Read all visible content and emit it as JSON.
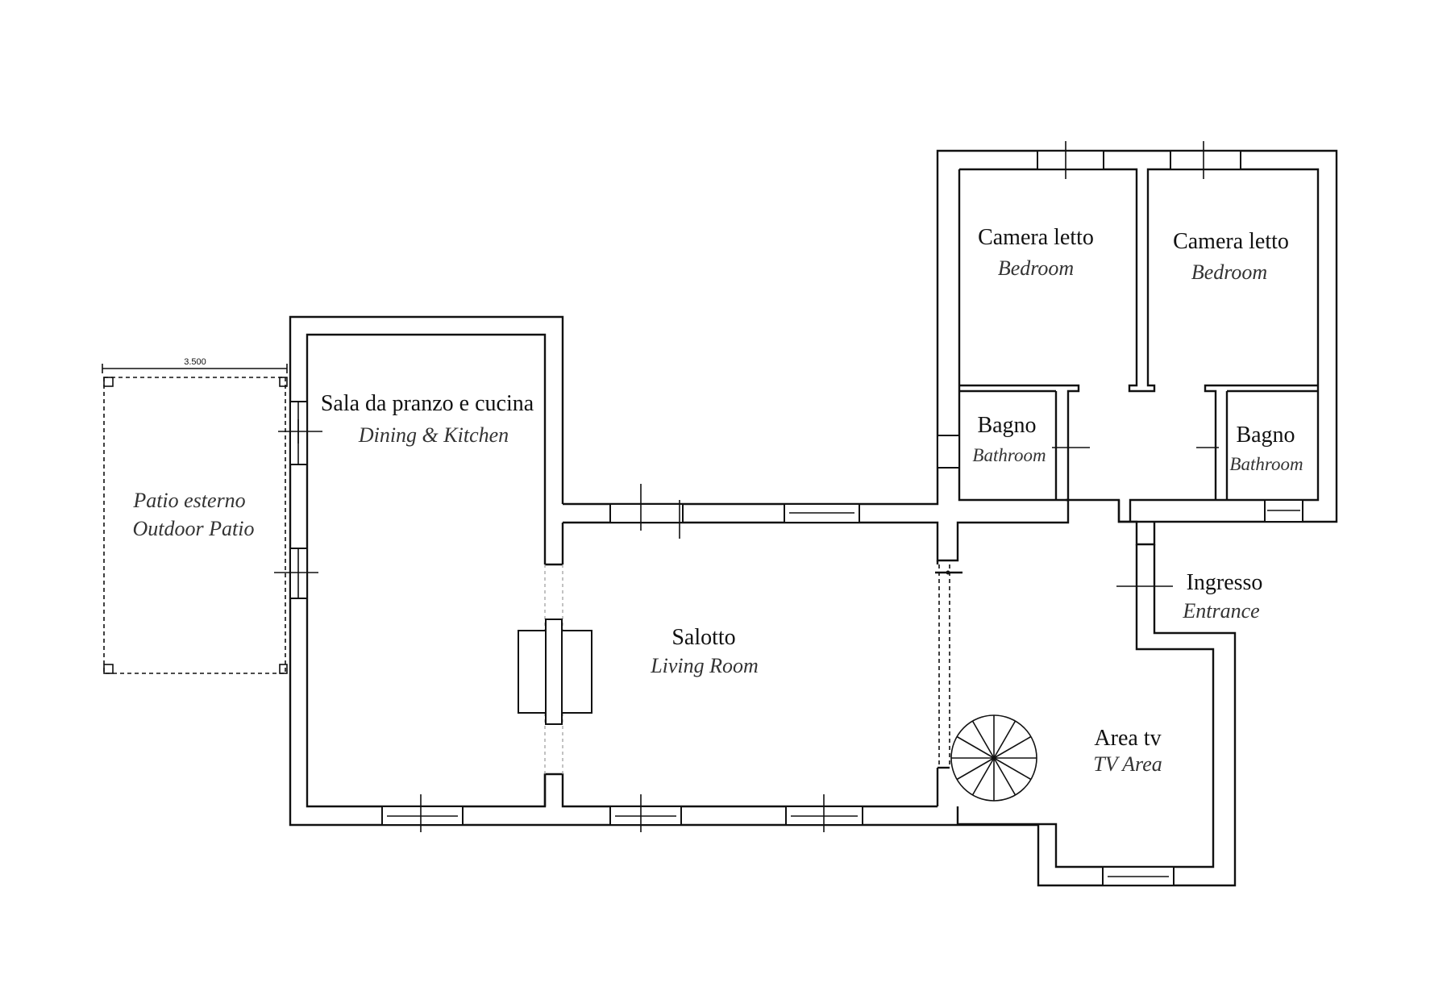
{
  "rooms": {
    "patio": {
      "name_it": "Patio esterno",
      "name_en": "Outdoor Patio"
    },
    "dining": {
      "name_it": "Sala da pranzo e cucina",
      "name_en": "Dining & Kitchen"
    },
    "living": {
      "name_it": "Salotto",
      "name_en": "Living Room"
    },
    "bedroom_1": {
      "name_it": "Camera letto",
      "name_en": "Bedroom"
    },
    "bedroom_2": {
      "name_it": "Camera letto",
      "name_en": "Bedroom"
    },
    "bathroom_1": {
      "name_it": "Bagno",
      "name_en": "Bathroom"
    },
    "bathroom_2": {
      "name_it": "Bagno",
      "name_en": "Bathroom"
    },
    "entrance": {
      "name_it": "Ingresso",
      "name_en": "Entrance"
    },
    "tv_area": {
      "name_it": "Area tv",
      "name_en": "TV Area"
    }
  },
  "dimensions": {
    "patio_width": "3.500"
  }
}
